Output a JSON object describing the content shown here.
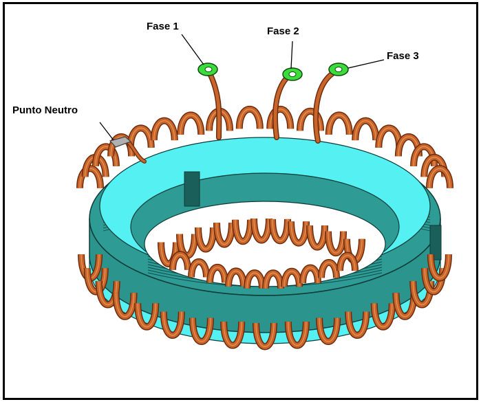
{
  "labels": {
    "fase1": "Fase 1",
    "fase2": "Fase 2",
    "fase3": "Fase 3",
    "neutral": "Punto Neutro"
  },
  "colors": {
    "copper": "#c8652a",
    "copper_dark": "#6b2a0c",
    "core_teal": "#2e9c95",
    "core_dark": "#1b5f5b",
    "cyan_face": "#55f0f2",
    "terminal_green": "#3ddc3d",
    "neutral_gray": "#a0a0a0"
  }
}
